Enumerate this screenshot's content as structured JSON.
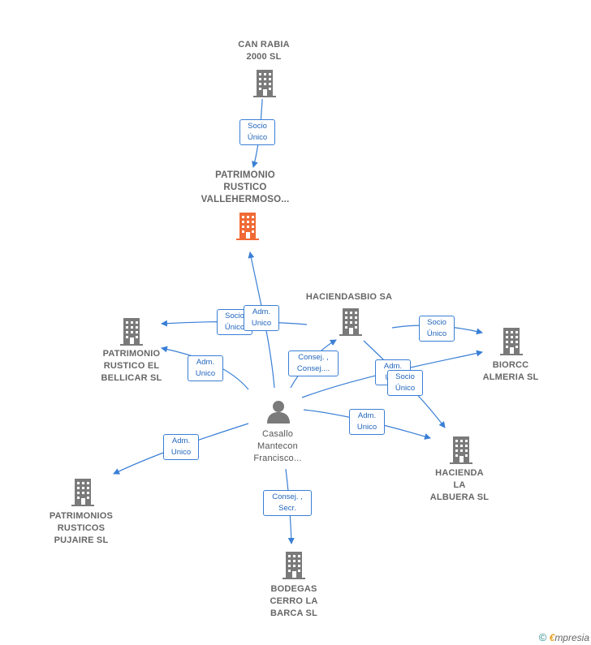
{
  "nodes": {
    "can_rabia": [
      "CAN RABIA",
      "2000 SL"
    ],
    "main": [
      "PATRIMONIO",
      "RUSTICO",
      "VALLEHERMOSO..."
    ],
    "haciendasbio": [
      "HACIENDASBIO SA"
    ],
    "bellicar": [
      "PATRIMONIO",
      "RUSTICO EL",
      "BELLICAR  SL"
    ],
    "biorcc": [
      "BIORCC",
      "ALMERIA  SL"
    ],
    "person": [
      "Casallo",
      "Mantecon",
      "Francisco..."
    ],
    "hacienda_albuera": [
      "HACIENDA",
      "LA",
      "ALBUERA  SL"
    ],
    "pujaire": [
      "PATRIMONIOS",
      "RUSTICOS",
      "PUJAIRE  SL"
    ],
    "bodegas": [
      "BODEGAS",
      "CERRO LA",
      "BARCA SL"
    ]
  },
  "badges": {
    "b1": [
      "Socio",
      "Único"
    ],
    "b2": [
      "Socio",
      "Único"
    ],
    "b3": [
      "Adm.",
      "Unico"
    ],
    "b4": [
      "Adm.",
      "Unico"
    ],
    "b5": [
      "Socio",
      "Único"
    ],
    "b6": [
      "Consej. ,",
      "Consej...."
    ],
    "b7": [
      "Adm.",
      "Unic"
    ],
    "b8": [
      "Socio",
      "Único"
    ],
    "b9": [
      "Adm.",
      "Unico"
    ],
    "b10": [
      "Adm.",
      "Unico"
    ],
    "b11": [
      "Consej. ,",
      "Secr."
    ]
  },
  "colors": {
    "edge": "#3a7fd5",
    "building": "#7a7a7a",
    "main_building": "#f06a35",
    "person": "#7a7a7a"
  },
  "footer": {
    "copyright": "©",
    "brand_initial": "€",
    "brand_rest": "mpresia"
  }
}
